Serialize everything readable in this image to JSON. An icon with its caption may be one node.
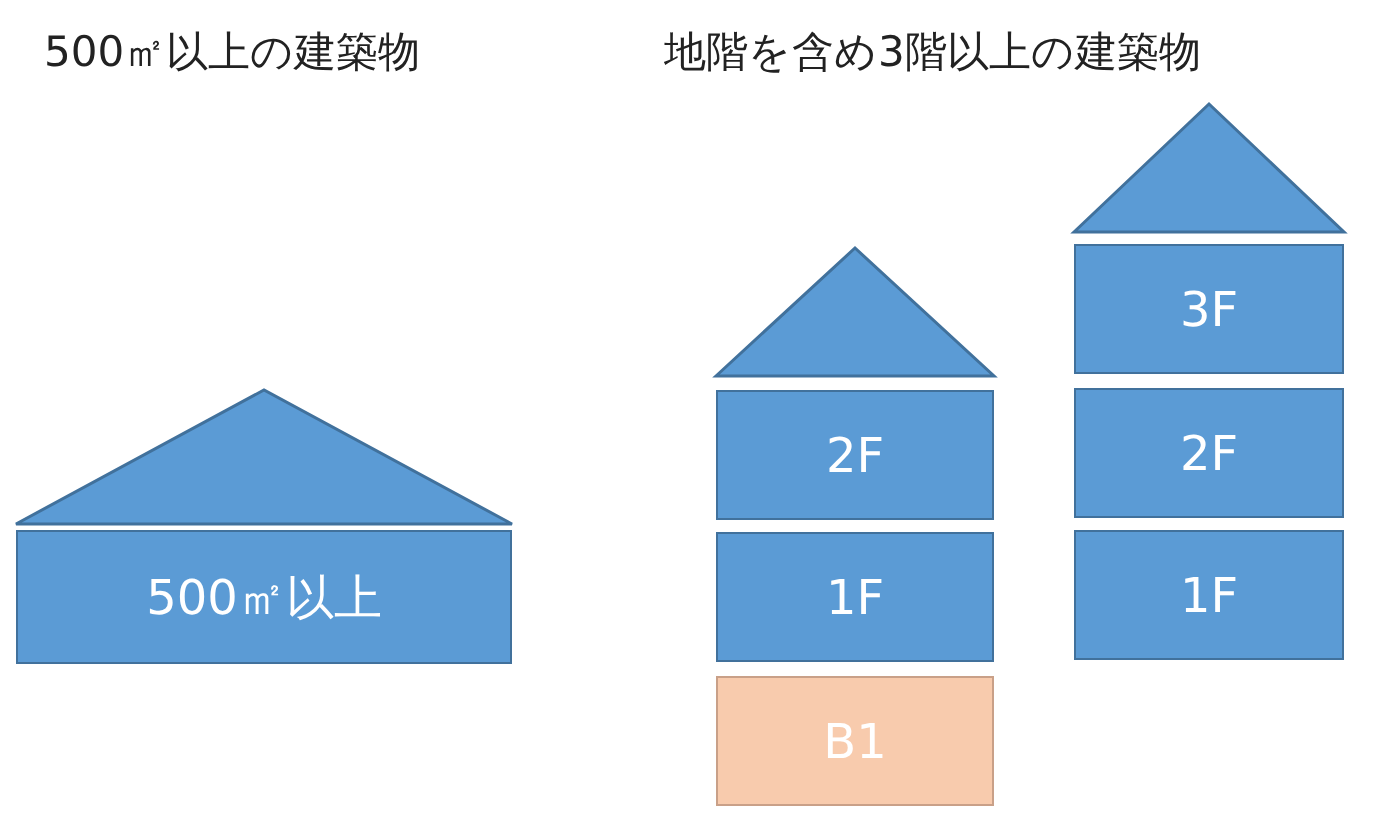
{
  "diagram": {
    "nodes": [
      {
        "text": [],
        "shape": "triangle"
      },
      {
        "text": [
          "500㎡以上"
        ]
      },
      {
        "text": [],
        "shape": "triangle"
      },
      {
        "text": [
          "2F"
        ]
      },
      {
        "text": [
          "1F"
        ]
      },
      {
        "text": [
          "B1"
        ]
      },
      {
        "text": [],
        "shape": "triangle"
      },
      {
        "text": [
          "3F"
        ]
      },
      {
        "text": [
          "2F"
        ]
      },
      {
        "text": [
          "1F"
        ]
      }
    ],
    "labels": [
      "500㎡以上の建築物",
      "地階を含め3階以上の建築物"
    ]
  }
}
